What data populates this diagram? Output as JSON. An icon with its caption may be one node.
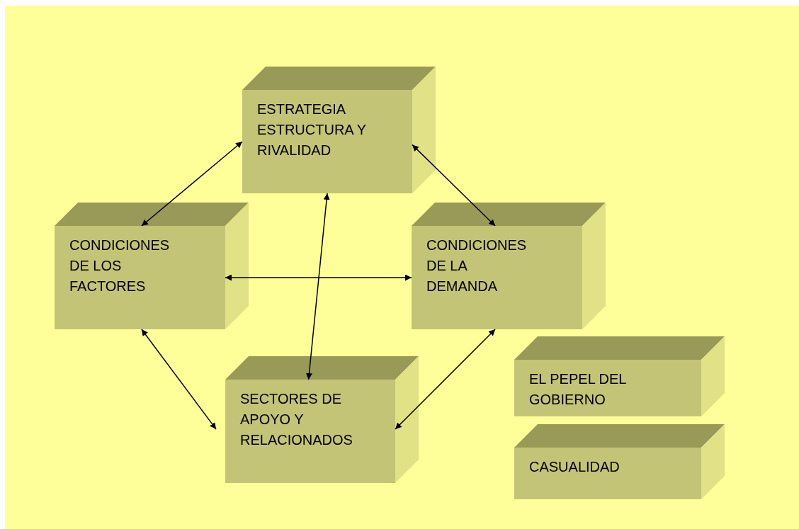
{
  "diagram": {
    "nodes": [
      {
        "text": [
          "ESTRATEGIA ESTRUCTURA Y RIVALIDAD"
        ]
      },
      {
        "text": [
          "CONDICIONES DE LOS FACTORES"
        ]
      },
      {
        "text": [
          "CONDICIONES DE LA DEMANDA"
        ]
      },
      {
        "text": [
          "SECTORES DE APOYO Y RELACIONADOS"
        ]
      },
      {
        "text": [
          "EL PEPEL DEL GOBIERNO"
        ]
      },
      {
        "text": [
          "CASUALIDAD"
        ]
      }
    ],
    "edges": [
      {
        "from": 0,
        "to": 1,
        "arrow": "both"
      },
      {
        "from": 0,
        "to": 2,
        "arrow": "both"
      },
      {
        "from": 1,
        "to": 2,
        "arrow": "both"
      },
      {
        "from": 0,
        "to": 3,
        "arrow": "both"
      },
      {
        "from": 1,
        "to": 3,
        "arrow": "both"
      },
      {
        "from": 2,
        "to": 3,
        "arrow": "both"
      }
    ]
  }
}
